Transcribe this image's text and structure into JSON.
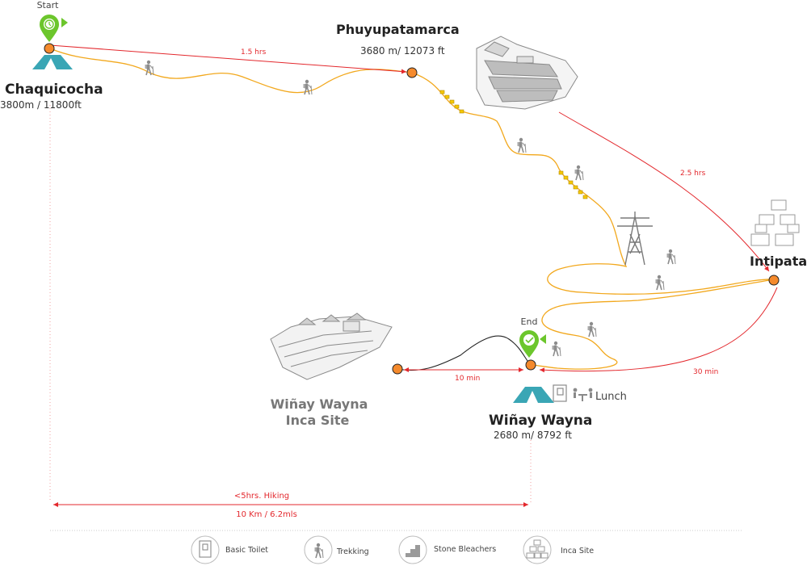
{
  "map": {
    "start_label": "Start",
    "end_label": "End",
    "places": {
      "chaquicocha": {
        "name": "Chaquicocha",
        "elevation": "3800m / 11800ft"
      },
      "phuyupatamarca": {
        "name": "Phuyupatamarca",
        "elevation": "3680 m/ 12073 ft"
      },
      "intipata": {
        "name": "Intipata"
      },
      "winay_wayna": {
        "name": "Wiñay Wayna",
        "elevation": "2680 m/ 8792 ft",
        "lunch": "Lunch"
      },
      "winay_wayna_site": {
        "name_line1": "Wiñay Wayna",
        "name_line2": "Inca Site"
      }
    },
    "durations": {
      "chaquicocha_to_phuyupatamarca": "1.5 hrs",
      "phuyupatamarca_to_intipata": "2.5 hrs",
      "intipata_to_winay_wayna": "30 min",
      "winay_wayna_to_site": "10 min"
    },
    "summary": {
      "time": "<5hrs.  Hiking",
      "distance": "10 Km / 6.2mls"
    },
    "colors": {
      "trail": "#f2a81d",
      "route_line": "#e3282d",
      "marker": "#f58a2c",
      "pin": "#6cc62c",
      "tent": "#3aa6b5",
      "gray_icon": "#8c8c8c",
      "stairs": "#f5c800"
    }
  },
  "legend": [
    {
      "icon": "toilet-icon",
      "label": "Basic Toilet"
    },
    {
      "icon": "hiker-icon",
      "label": "Trekking"
    },
    {
      "icon": "stairs-icon",
      "label": "Stone Bleachers"
    },
    {
      "icon": "pyramid-icon",
      "label": "Inca Site"
    }
  ]
}
